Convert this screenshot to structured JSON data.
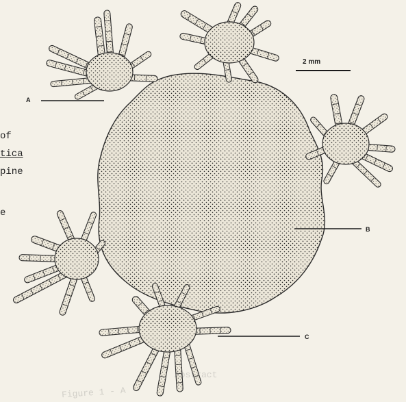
{
  "labels": {
    "a": "A",
    "b": "B",
    "c": "C",
    "scale": "2 mm"
  },
  "side_text": {
    "line1": "of",
    "line2": "tica",
    "line3": "pine",
    "line4": "e"
  },
  "bleed_text": {
    "line1": "Abstract",
    "line2": "Figure 1 - A"
  }
}
